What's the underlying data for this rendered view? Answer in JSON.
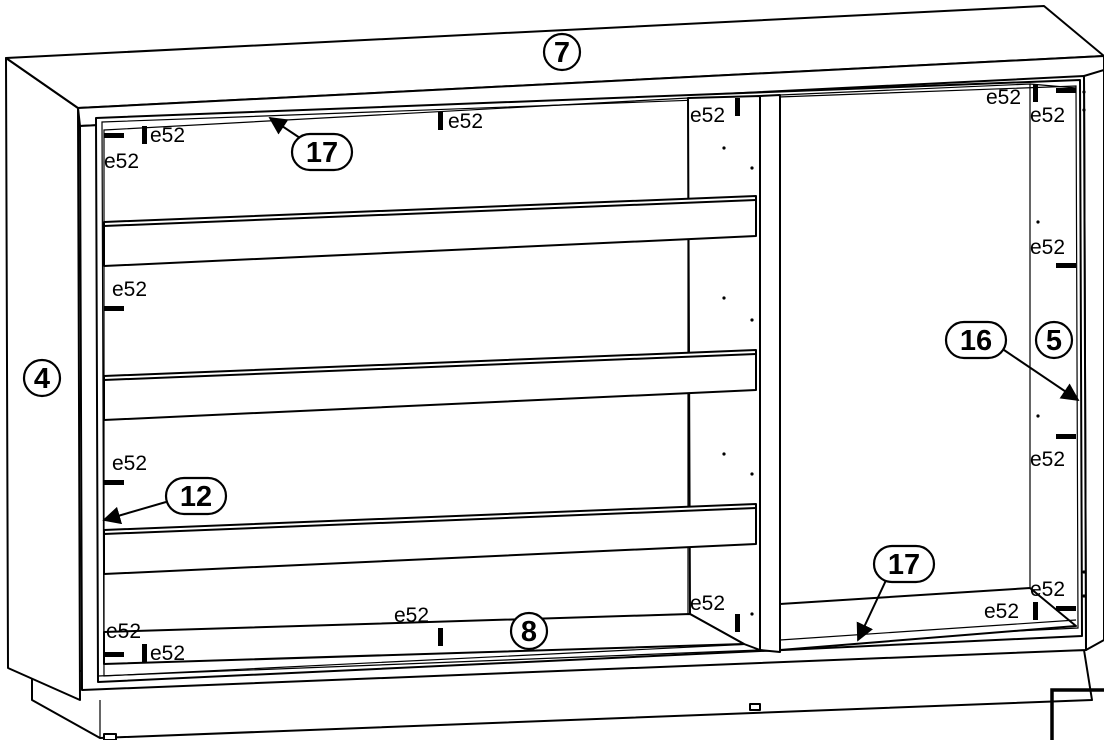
{
  "colors": {
    "line": "#000000",
    "background": "#ffffff"
  },
  "parts": {
    "top_panel": "7",
    "left_side": "4",
    "right_side": "5",
    "bottom_panel": "8",
    "shelf_edge": "12",
    "back_panel": "16",
    "top_back_strip": "17",
    "bottom_back_strip": "17"
  },
  "screw_label": "e52"
}
